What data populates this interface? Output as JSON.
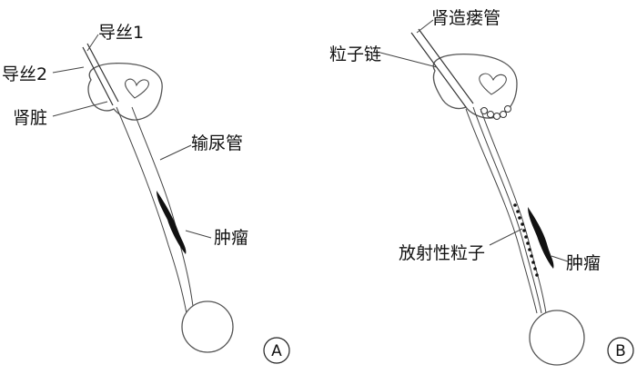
{
  "panel_a": {
    "labels": {
      "guidewire1": "导丝1",
      "guidewire2": "导丝2",
      "kidney": "肾脏",
      "ureter": "输尿管",
      "tumor": "肿瘤"
    },
    "tag": "A"
  },
  "panel_b": {
    "labels": {
      "nephrostomy_tube": "肾造瘘管",
      "seed_chain": "粒子链",
      "radioactive_seeds": "放射性粒子",
      "tumor": "肿瘤"
    },
    "tag": "B"
  },
  "colors": {
    "tumor": "#111111",
    "outline": "#555555"
  }
}
